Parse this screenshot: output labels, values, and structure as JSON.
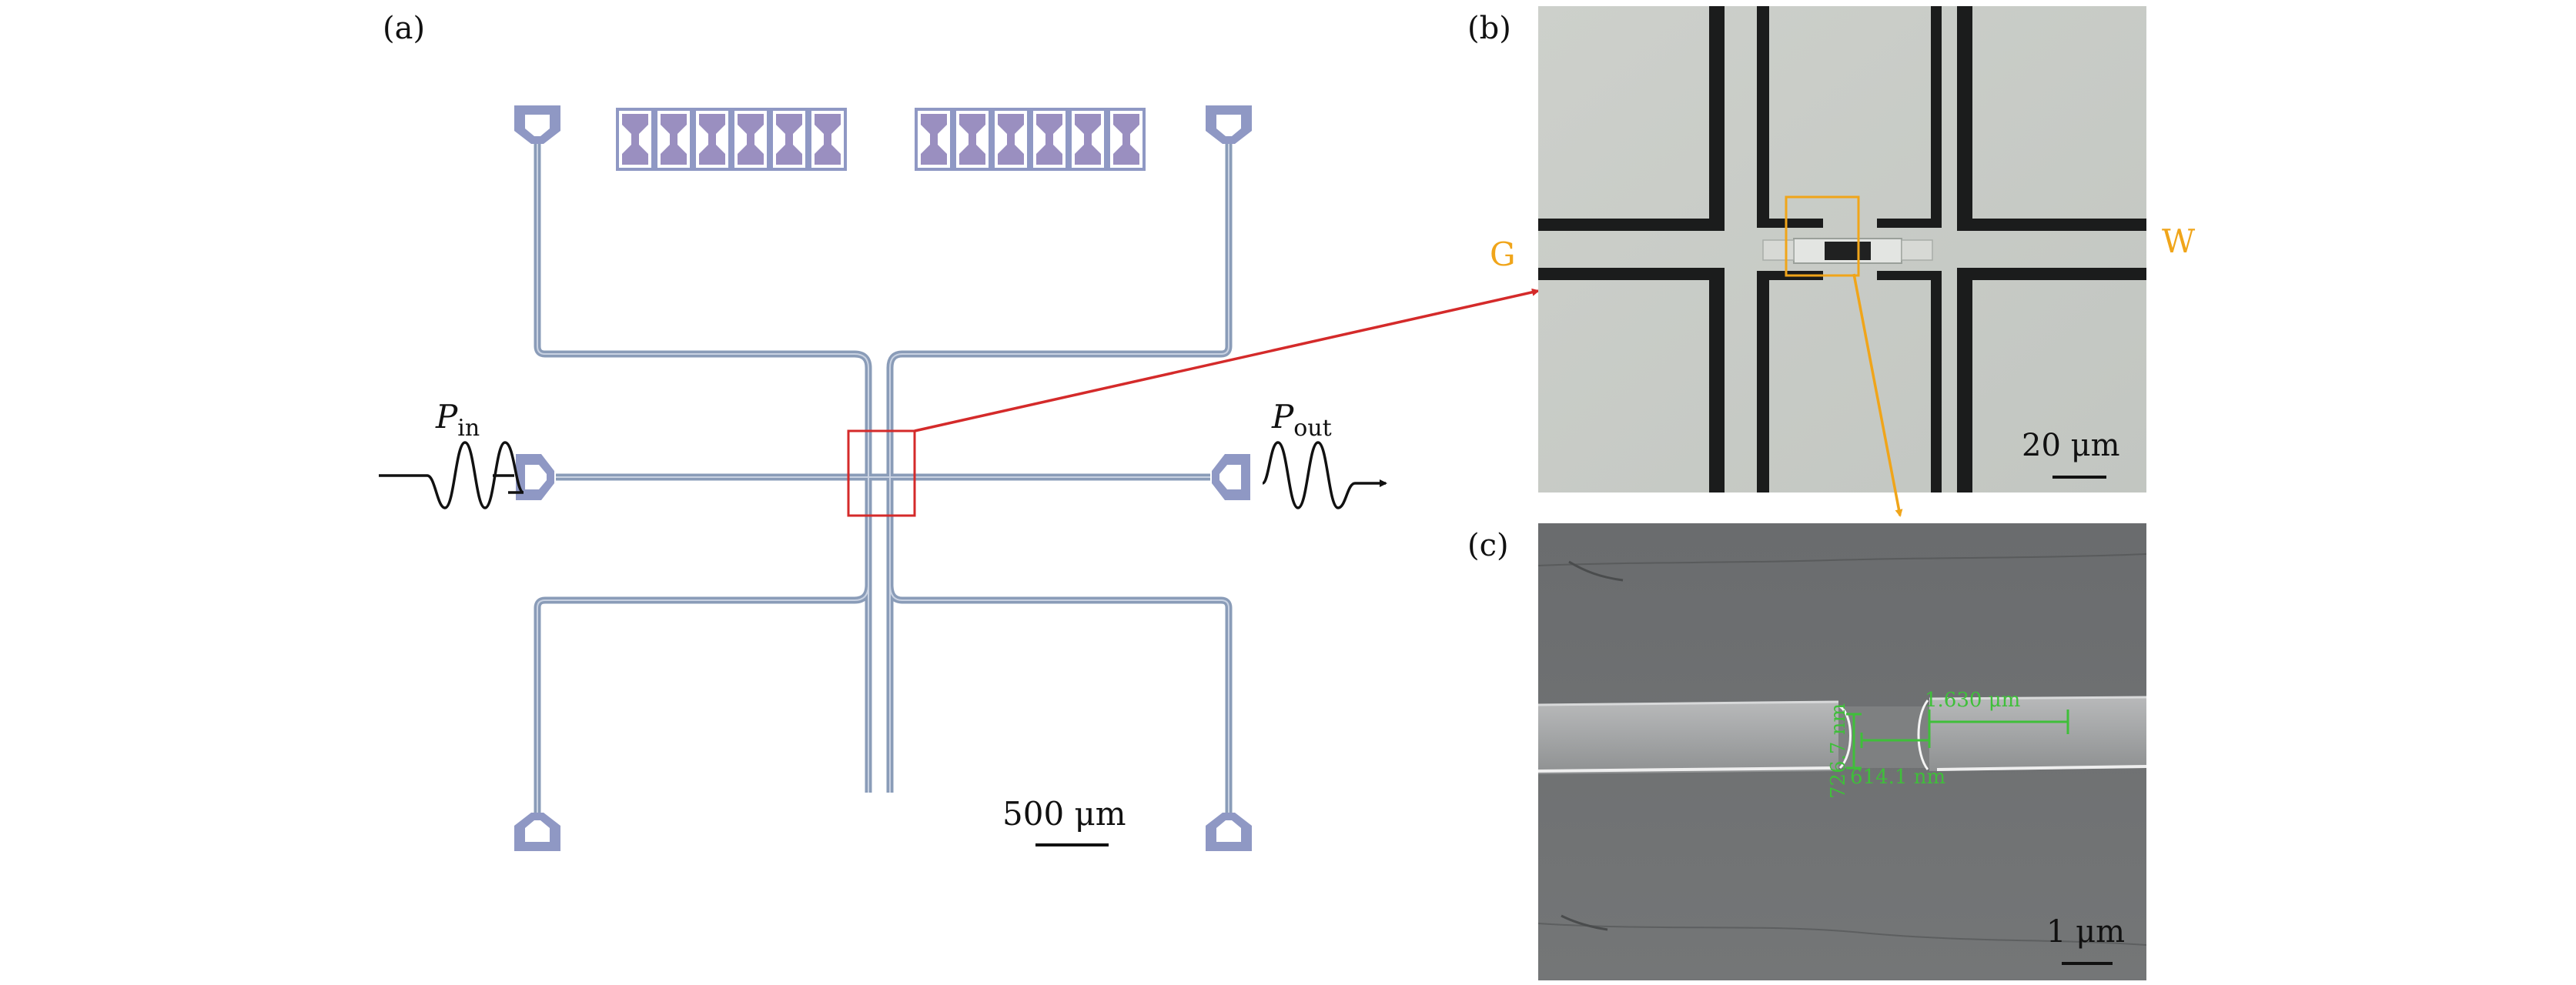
{
  "panels": {
    "a": {
      "label": "(a)",
      "p_in": "P",
      "p_in_sub": "in",
      "p_out": "P",
      "p_out_sub": "out",
      "scale": "500 μm"
    },
    "b": {
      "label": "(b)",
      "g": "G",
      "w": "W",
      "scale": "20 μm"
    },
    "c": {
      "label": "(c)",
      "meas_height": "726.7 nm",
      "meas_gap": "614.1 nm",
      "meas_width": "1.630 μm",
      "scale": "1 μm"
    }
  },
  "colors": {
    "waveguide": "#8a9cb8",
    "pad": "#8f98c4",
    "highlight_red": "#d42a2a",
    "highlight_orange": "#f0a51a",
    "measure_green": "#3fbf3a",
    "micro_bg": "#c6cac5",
    "sem_bg": "#6f7172"
  }
}
